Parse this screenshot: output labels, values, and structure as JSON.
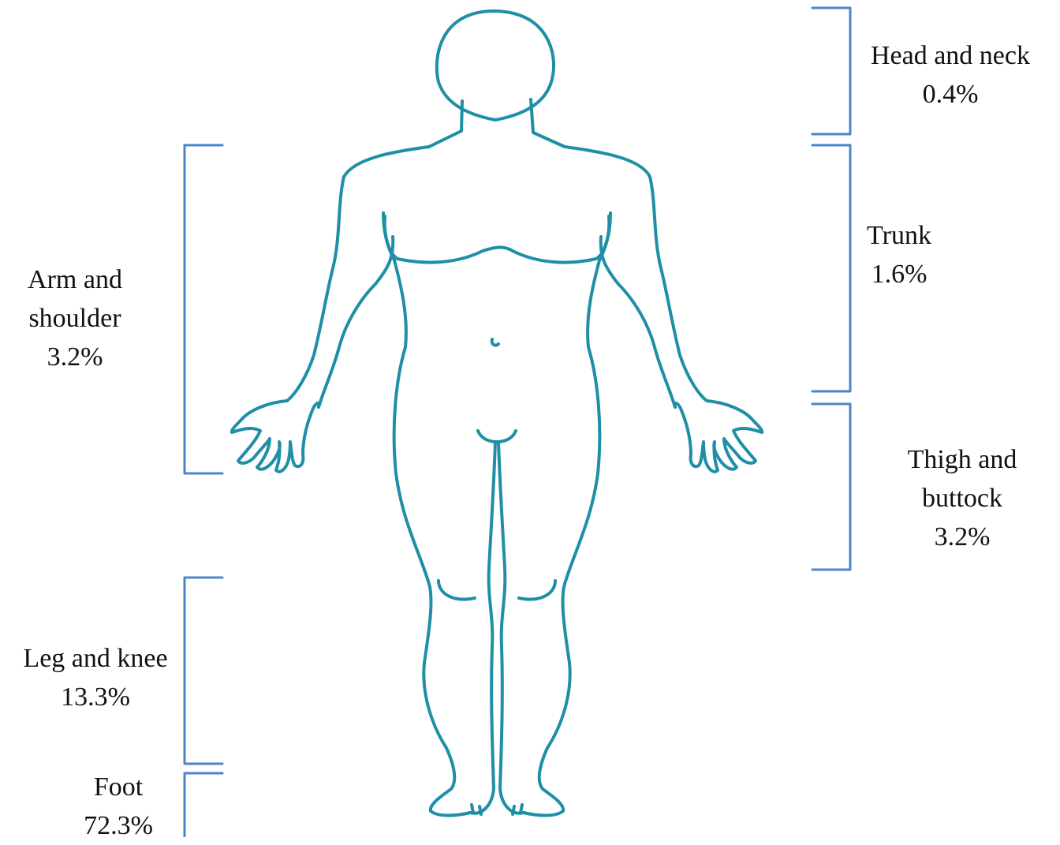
{
  "colors": {
    "body_outline": "#1f8fa6",
    "bracket": "#4a86c8",
    "text": "#111111",
    "background": "#ffffff"
  },
  "regions": {
    "head_neck": {
      "name": "Head and neck",
      "percent": "0.4%"
    },
    "trunk": {
      "name": "Trunk",
      "percent": "1.6%"
    },
    "thigh_buttock": {
      "name_line1": "Thigh and",
      "name_line2": "buttock",
      "percent": "3.2%"
    },
    "arm_shoulder": {
      "name_line1": "Arm and",
      "name_line2": "shoulder",
      "percent": "3.2%"
    },
    "leg_knee": {
      "name": "Leg and knee",
      "percent": "13.3%"
    },
    "foot": {
      "name": "Foot",
      "percent": "72.3%"
    }
  }
}
